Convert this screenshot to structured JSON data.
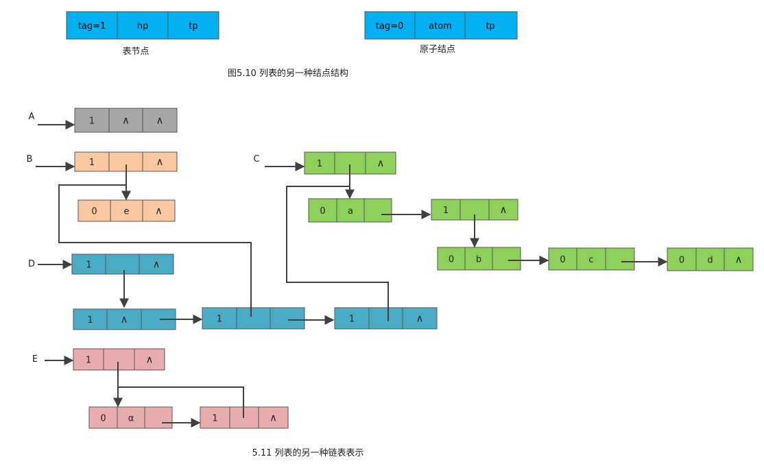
{
  "figure_top": {
    "list_node": {
      "fields": [
        "tag=1",
        "hp",
        "tp"
      ],
      "label": "表节点",
      "fill": "#00b0f0"
    },
    "atom_node": {
      "fields": [
        "tag=0",
        "atom",
        "tp"
      ],
      "label": "原子结点",
      "fill": "#00b0f0"
    },
    "caption": "图5.10 列表的另一种结点结构"
  },
  "colors": {
    "A": "#a6a6a6",
    "B": "#fac8a0",
    "C": "#8dd05a",
    "D": "#4bacc6",
    "E": "#e6acae",
    "border": "#555555",
    "arrow": "#404040"
  },
  "lists": {
    "A": {
      "label": "A",
      "head": [
        "1",
        "∧",
        "∧"
      ]
    },
    "B": {
      "label": "B",
      "head": [
        "1",
        "",
        "∧"
      ],
      "nodes": [
        [
          "0",
          "e",
          "∧"
        ]
      ]
    },
    "C": {
      "label": "C",
      "head": [
        "1",
        "",
        "∧"
      ],
      "nodes": [
        [
          "0",
          "a",
          ""
        ],
        [
          "1",
          "",
          "∧"
        ],
        [
          "0",
          "b",
          ""
        ],
        [
          "0",
          "c",
          ""
        ],
        [
          "0",
          "d",
          "∧"
        ]
      ]
    },
    "D": {
      "label": "D",
      "head": [
        "1",
        "",
        "∧"
      ],
      "nodes": [
        [
          "1",
          "∧",
          ""
        ],
        [
          "1",
          "",
          ""
        ],
        [
          "1",
          "",
          "∧"
        ]
      ]
    },
    "E": {
      "label": "E",
      "head": [
        "1",
        "",
        "∧"
      ],
      "nodes": [
        [
          "0",
          "α",
          ""
        ],
        [
          "1",
          "",
          "∧"
        ]
      ]
    }
  },
  "caption_bottom": "5.11 列表的另一种链表表示"
}
